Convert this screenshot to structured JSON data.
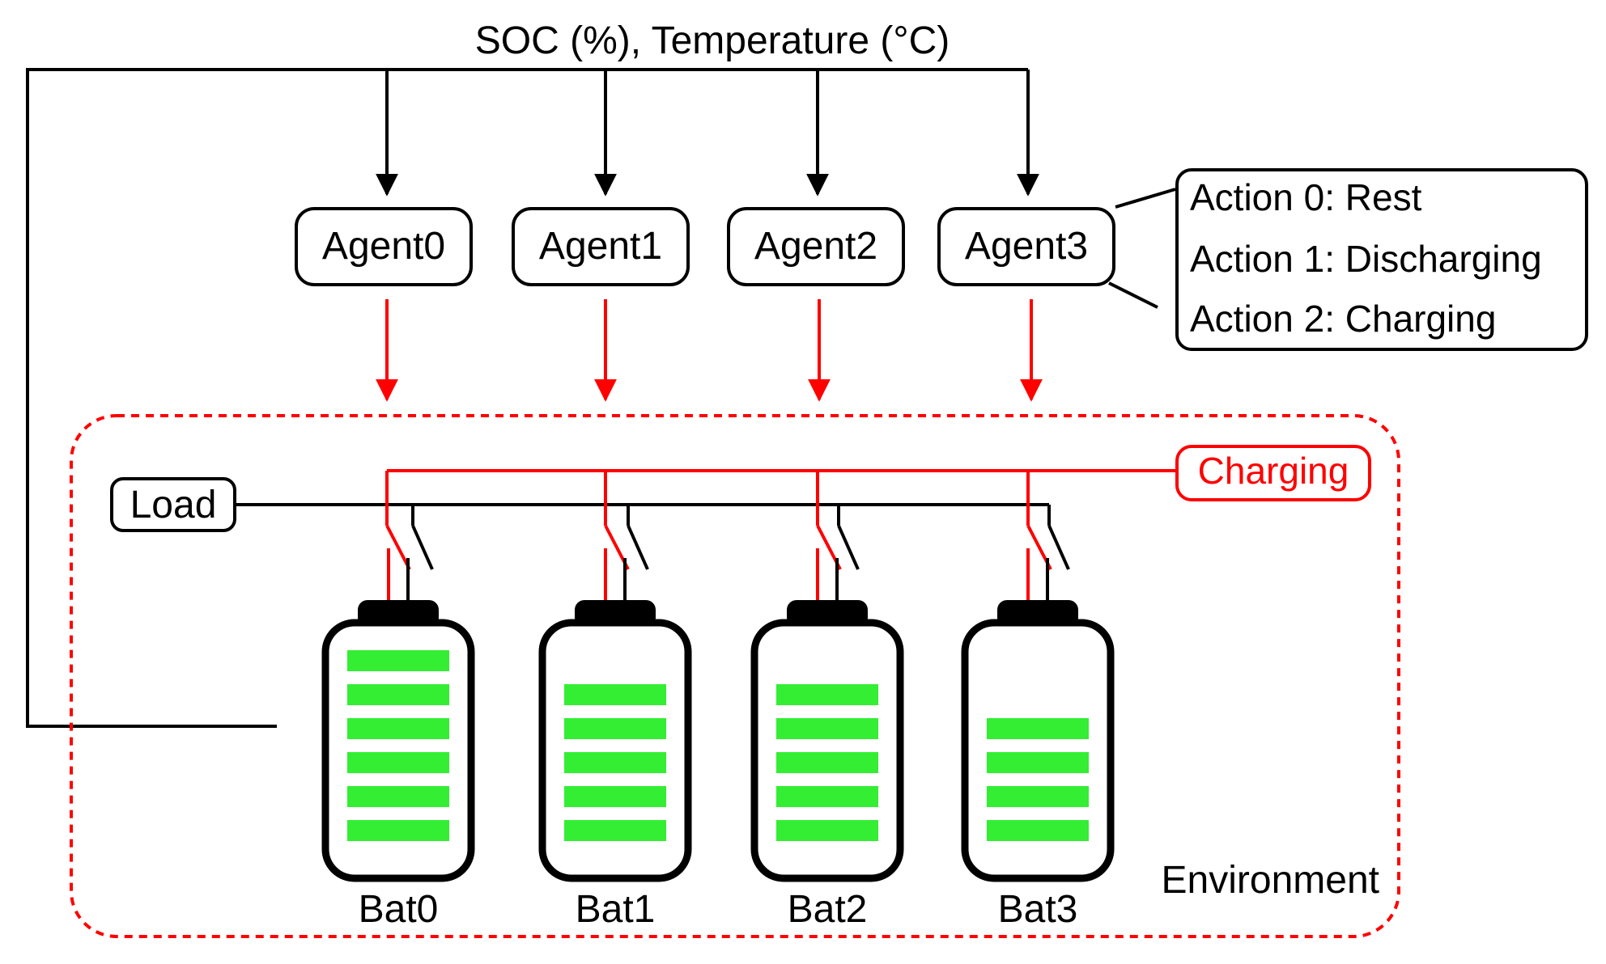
{
  "feedback_label": "SOC (%), Temperature (°C)",
  "agents": [
    {
      "label": "Agent0"
    },
    {
      "label": "Agent1"
    },
    {
      "label": "Agent2"
    },
    {
      "label": "Agent3"
    }
  ],
  "actions": [
    {
      "label": "Action 0: Rest"
    },
    {
      "label": "Action 1: Discharging"
    },
    {
      "label": "Action 2: Charging"
    }
  ],
  "load_label": "Load",
  "charging_label": "Charging",
  "environment_label": "Environment",
  "batteries": [
    {
      "label": "Bat0",
      "level_bars": 6
    },
    {
      "label": "Bat1",
      "level_bars": 5
    },
    {
      "label": "Bat2",
      "level_bars": 5
    },
    {
      "label": "Bat3",
      "level_bars": 4
    }
  ],
  "colors": {
    "line": "#000000",
    "action_arrow": "#ff0000",
    "charging_line": "#ff0000",
    "environment_border": "#ff0000",
    "battery_bar": "#33ee33",
    "background": "#ffffff"
  }
}
